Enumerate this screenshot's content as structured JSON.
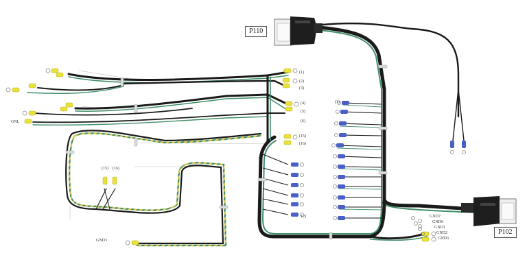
{
  "connectors": {
    "p110": "P110",
    "p102": "P102"
  },
  "labels": {
    "gnd_left": "GNL",
    "gnd3_left": "GND3",
    "gnd7": "GND7",
    "gnd6": "GND6",
    "gnd1": "GND1",
    "gnd2": "GND2",
    "gnd3_right": "GND3",
    "n15_left": "(15)",
    "n16_left": "(16)",
    "n1": "(1)",
    "n2": "(2)",
    "n3": "(3)",
    "n4": "(4)",
    "n5": "(5)",
    "n6": "(6)",
    "n15": "(15)",
    "n16": "(16)",
    "n12": "12)",
    "nr1": "(1)"
  },
  "colors": {
    "wire_black": "#1a1a1a",
    "wire_green": "#3f8f6a",
    "wire_yellow": "#d6c84a",
    "terminal_yellow": "#e8e23a",
    "terminal_blue": "#4a5fc8",
    "connector": "#1e1e1e"
  }
}
